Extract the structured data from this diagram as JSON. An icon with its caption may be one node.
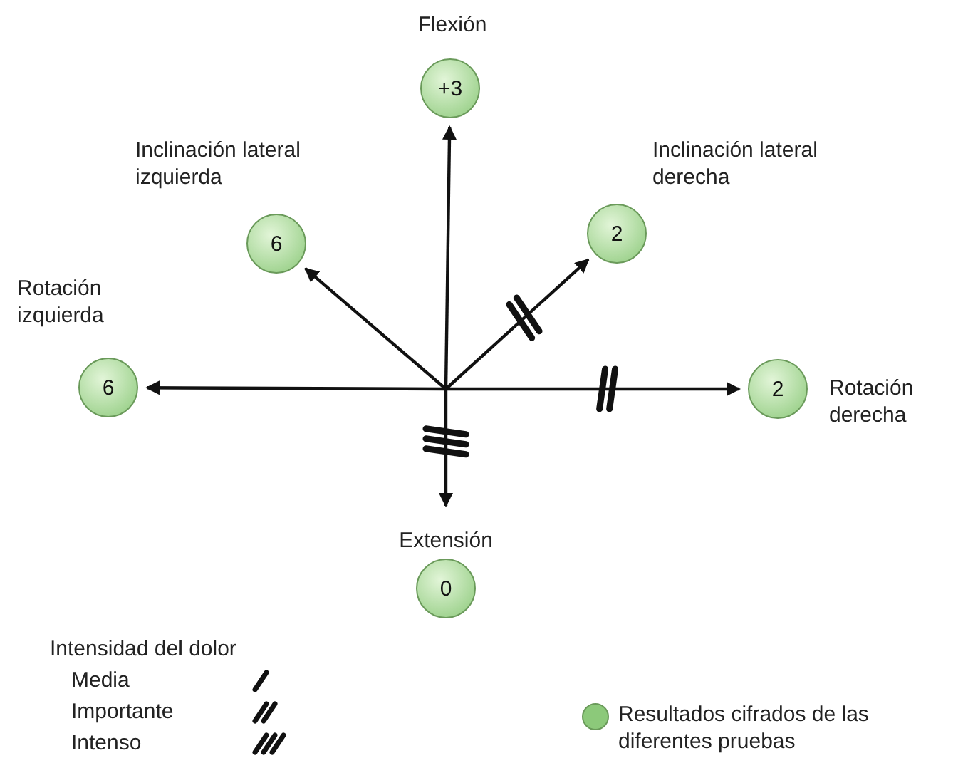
{
  "diagram": {
    "nodes": [
      {
        "text": [
          "+3"
        ],
        "beside": [
          "Flexión"
        ]
      },
      {
        "text": [
          "6"
        ],
        "beside": [
          "Inclinación lateral izquierda"
        ]
      },
      {
        "text": [
          "2"
        ],
        "beside": [
          "Inclinación lateral derecha"
        ]
      },
      {
        "text": [
          "6"
        ],
        "beside": [
          "Rotación izquierda"
        ]
      },
      {
        "text": [
          "2"
        ],
        "beside": [
          "Rotación derecha"
        ]
      },
      {
        "text": [
          "0"
        ],
        "beside": [
          "Extensión"
        ]
      }
    ],
    "edges": [
      {
        "from": null,
        "to": 0,
        "arrow": "to"
      },
      {
        "from": null,
        "to": 1,
        "arrow": "to"
      },
      {
        "from": null,
        "to": 2,
        "arrow": "to"
      },
      {
        "from": null,
        "to": 3,
        "arrow": "to"
      },
      {
        "from": null,
        "to": 4,
        "arrow": "to"
      },
      {
        "from": null,
        "to": 5,
        "arrow": "to"
      }
    ],
    "labels": [
      "Intensidad del dolor"
    ],
    "legend": [
      {
        "text": "Media"
      },
      {
        "text": "Importante"
      },
      {
        "text": "Intenso"
      },
      {
        "text": "Resultados cifrados de las diferentes pruebas",
        "color": "#8cc97a"
      }
    ]
  }
}
